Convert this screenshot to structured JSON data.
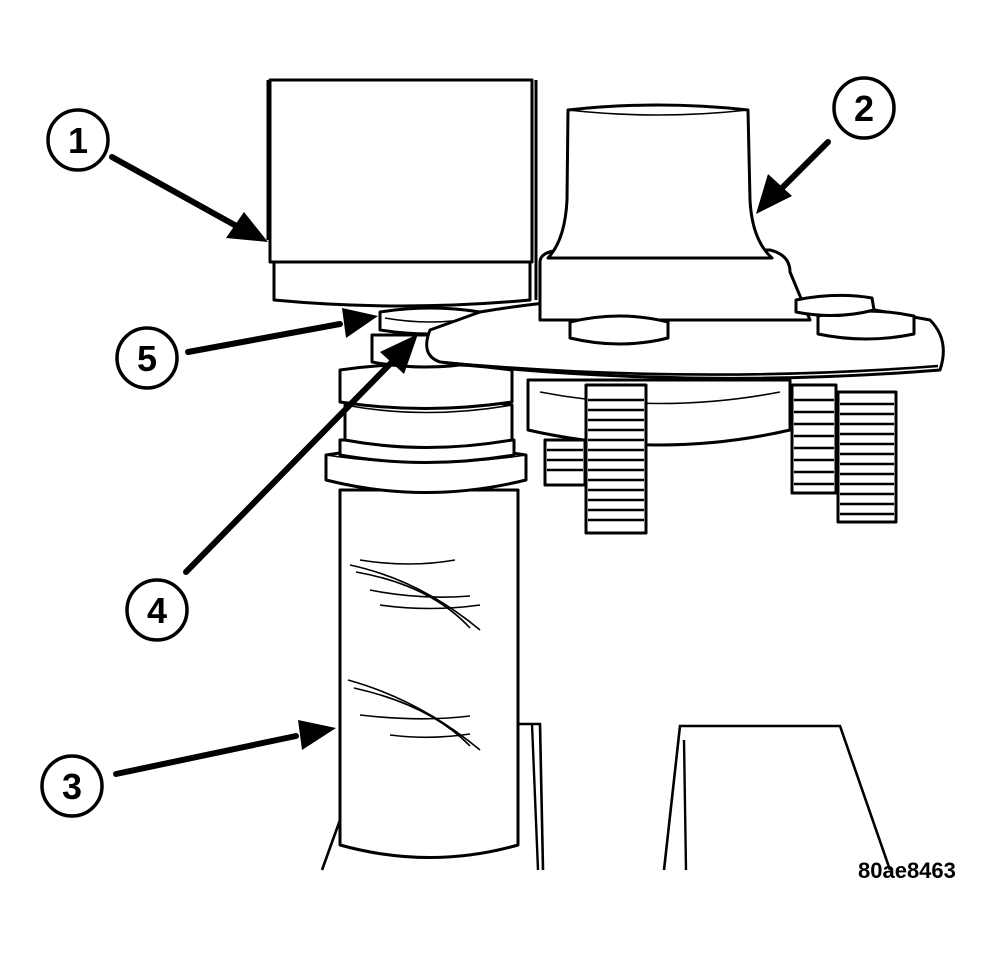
{
  "figure_id": "80ae8463",
  "callouts": [
    {
      "label": "1"
    },
    {
      "label": "2"
    },
    {
      "label": "3"
    },
    {
      "label": "4"
    },
    {
      "label": "5"
    }
  ]
}
